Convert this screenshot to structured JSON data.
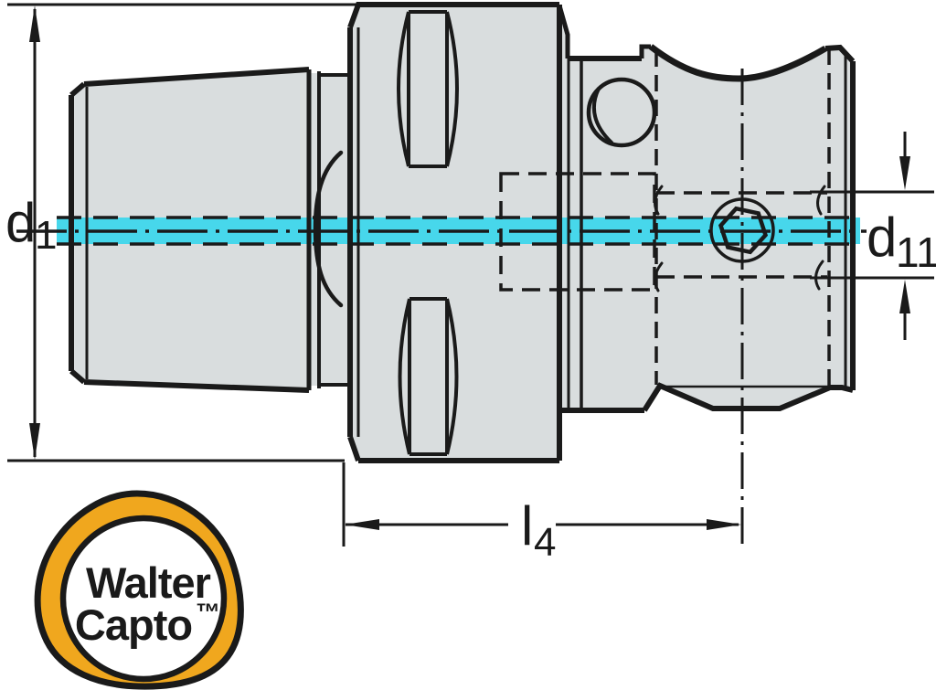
{
  "colors": {
    "background": "#FFFFFF",
    "body_fill": "#D9DDDE",
    "cyan": "#47D7EB",
    "line": "#1A1A1A",
    "orange": "#F0A71E"
  },
  "labels": {
    "d1": {
      "base": "d",
      "sub": "1"
    },
    "d11": {
      "base": "d",
      "sub": "11"
    },
    "l4": {
      "base": "l",
      "sub": "4"
    }
  },
  "logo": {
    "line1": "Walter",
    "line2": "Capto",
    "tm": "™"
  }
}
